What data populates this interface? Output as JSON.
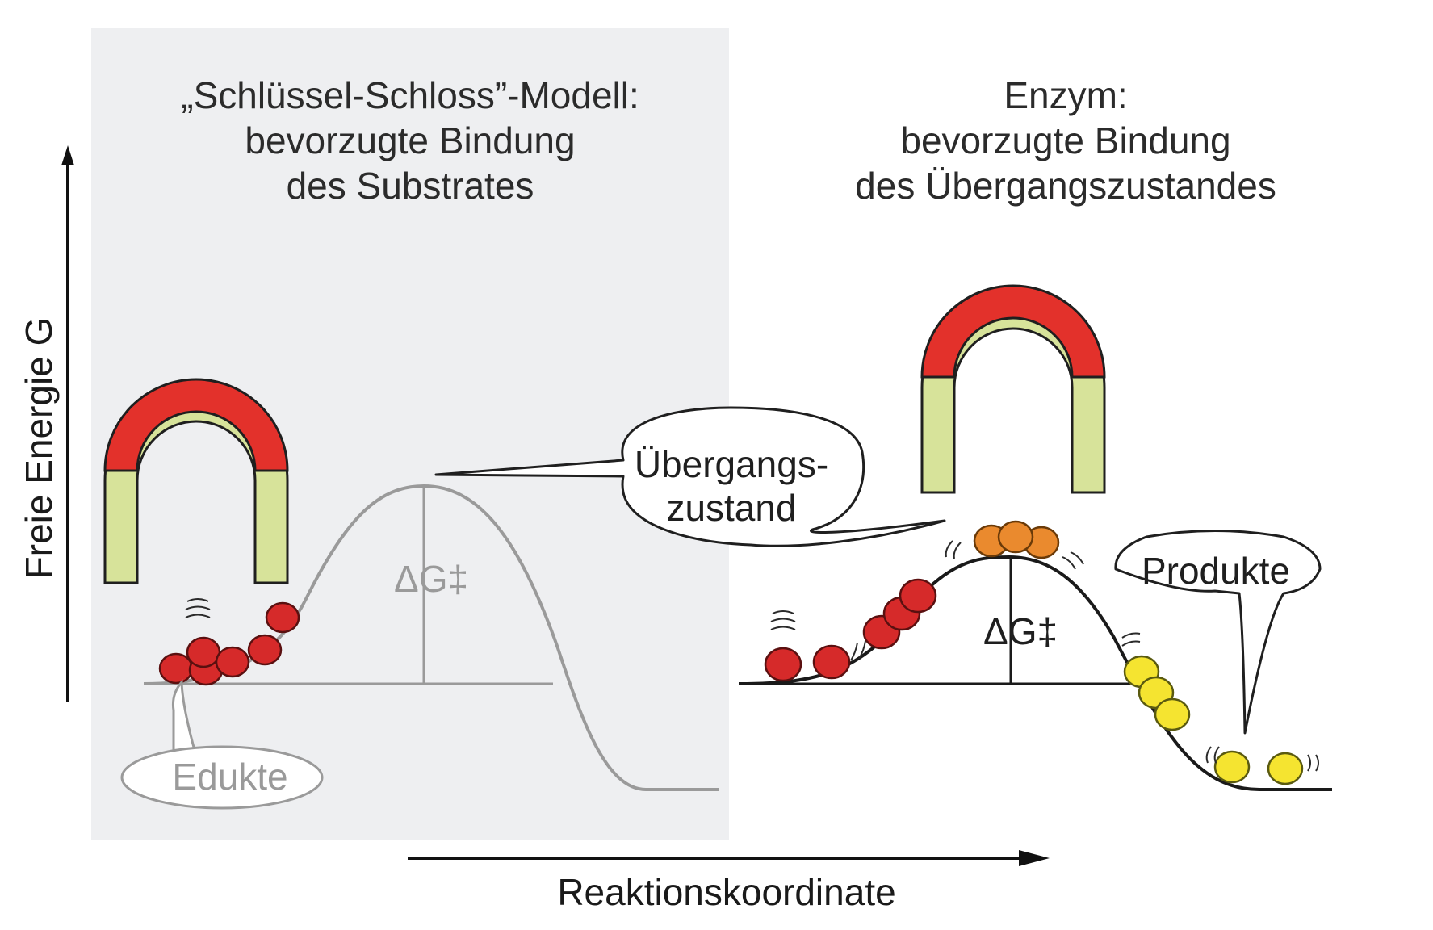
{
  "diagram": {
    "left_title": [
      "„Schlüssel-Schloss”-Modell:",
      "bevorzugte Bindung",
      "des Substrates"
    ],
    "right_title": [
      "Enzym:",
      "bevorzugte Bindung",
      "des Übergangszustandes"
    ],
    "y_axis_label": "Freie Energie G",
    "x_axis_label": "Reaktionskoordinate",
    "delta_g_label": "ΔG‡",
    "transition_state_label": [
      "Übergangs-",
      "zustand"
    ],
    "products_label": "Produkte",
    "educts_label": "Edukte"
  },
  "colors": {
    "panel_background": "#eeeff1",
    "enzyme_top": "#e3312b",
    "enzyme_sides": "#d7e39a",
    "substrate": "#d62a2a",
    "transition_state": "#ea8a2e",
    "product": "#f5e430",
    "left_curve": "#9a9a9a",
    "right_curve": "#1a1a1a"
  },
  "icons": [
    "enzyme-arc-icon",
    "molecule-icon",
    "vibration-marks-icon"
  ]
}
